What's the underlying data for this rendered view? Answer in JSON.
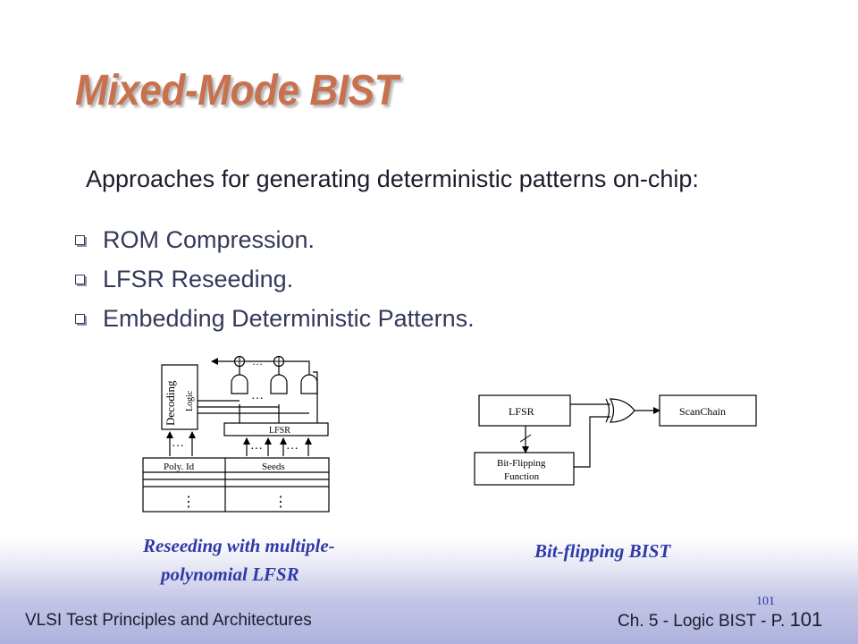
{
  "slide": {
    "title": "Mixed-Mode BIST",
    "intro": "Approaches for generating deterministic patterns on-chip:",
    "bullets": [
      {
        "label": "ROM Compression."
      },
      {
        "label": "LFSR Reseeding."
      },
      {
        "label": "Embedding Deterministic Patterns."
      }
    ]
  },
  "diagram_left": {
    "decoding_label": "Decoding",
    "logic_label": "Logic",
    "lfsr_label": "LFSR",
    "poly_label": "Poly. Id",
    "seeds_label": "Seeds",
    "ellipsis": "…",
    "vellipsis": "⋮",
    "caption_line1": "Reseeding with multiple-",
    "caption_line2": "polynomial LFSR"
  },
  "diagram_right": {
    "lfsr_label": "LFSR",
    "scanchain_label": "ScanChain",
    "bitflip_line1": "Bit-Flipping",
    "bitflip_line2": "Function",
    "caption": "Bit-flipping BIST"
  },
  "footer": {
    "left": "VLSI Test Principles and Architectures",
    "right_prefix": "Ch. 5 - Logic BIST - P.",
    "right_page": "101",
    "page_small": "101"
  },
  "colors": {
    "title": "#c8714f",
    "caption": "#2f3aa8",
    "footer_band": "#aeb2dd"
  }
}
